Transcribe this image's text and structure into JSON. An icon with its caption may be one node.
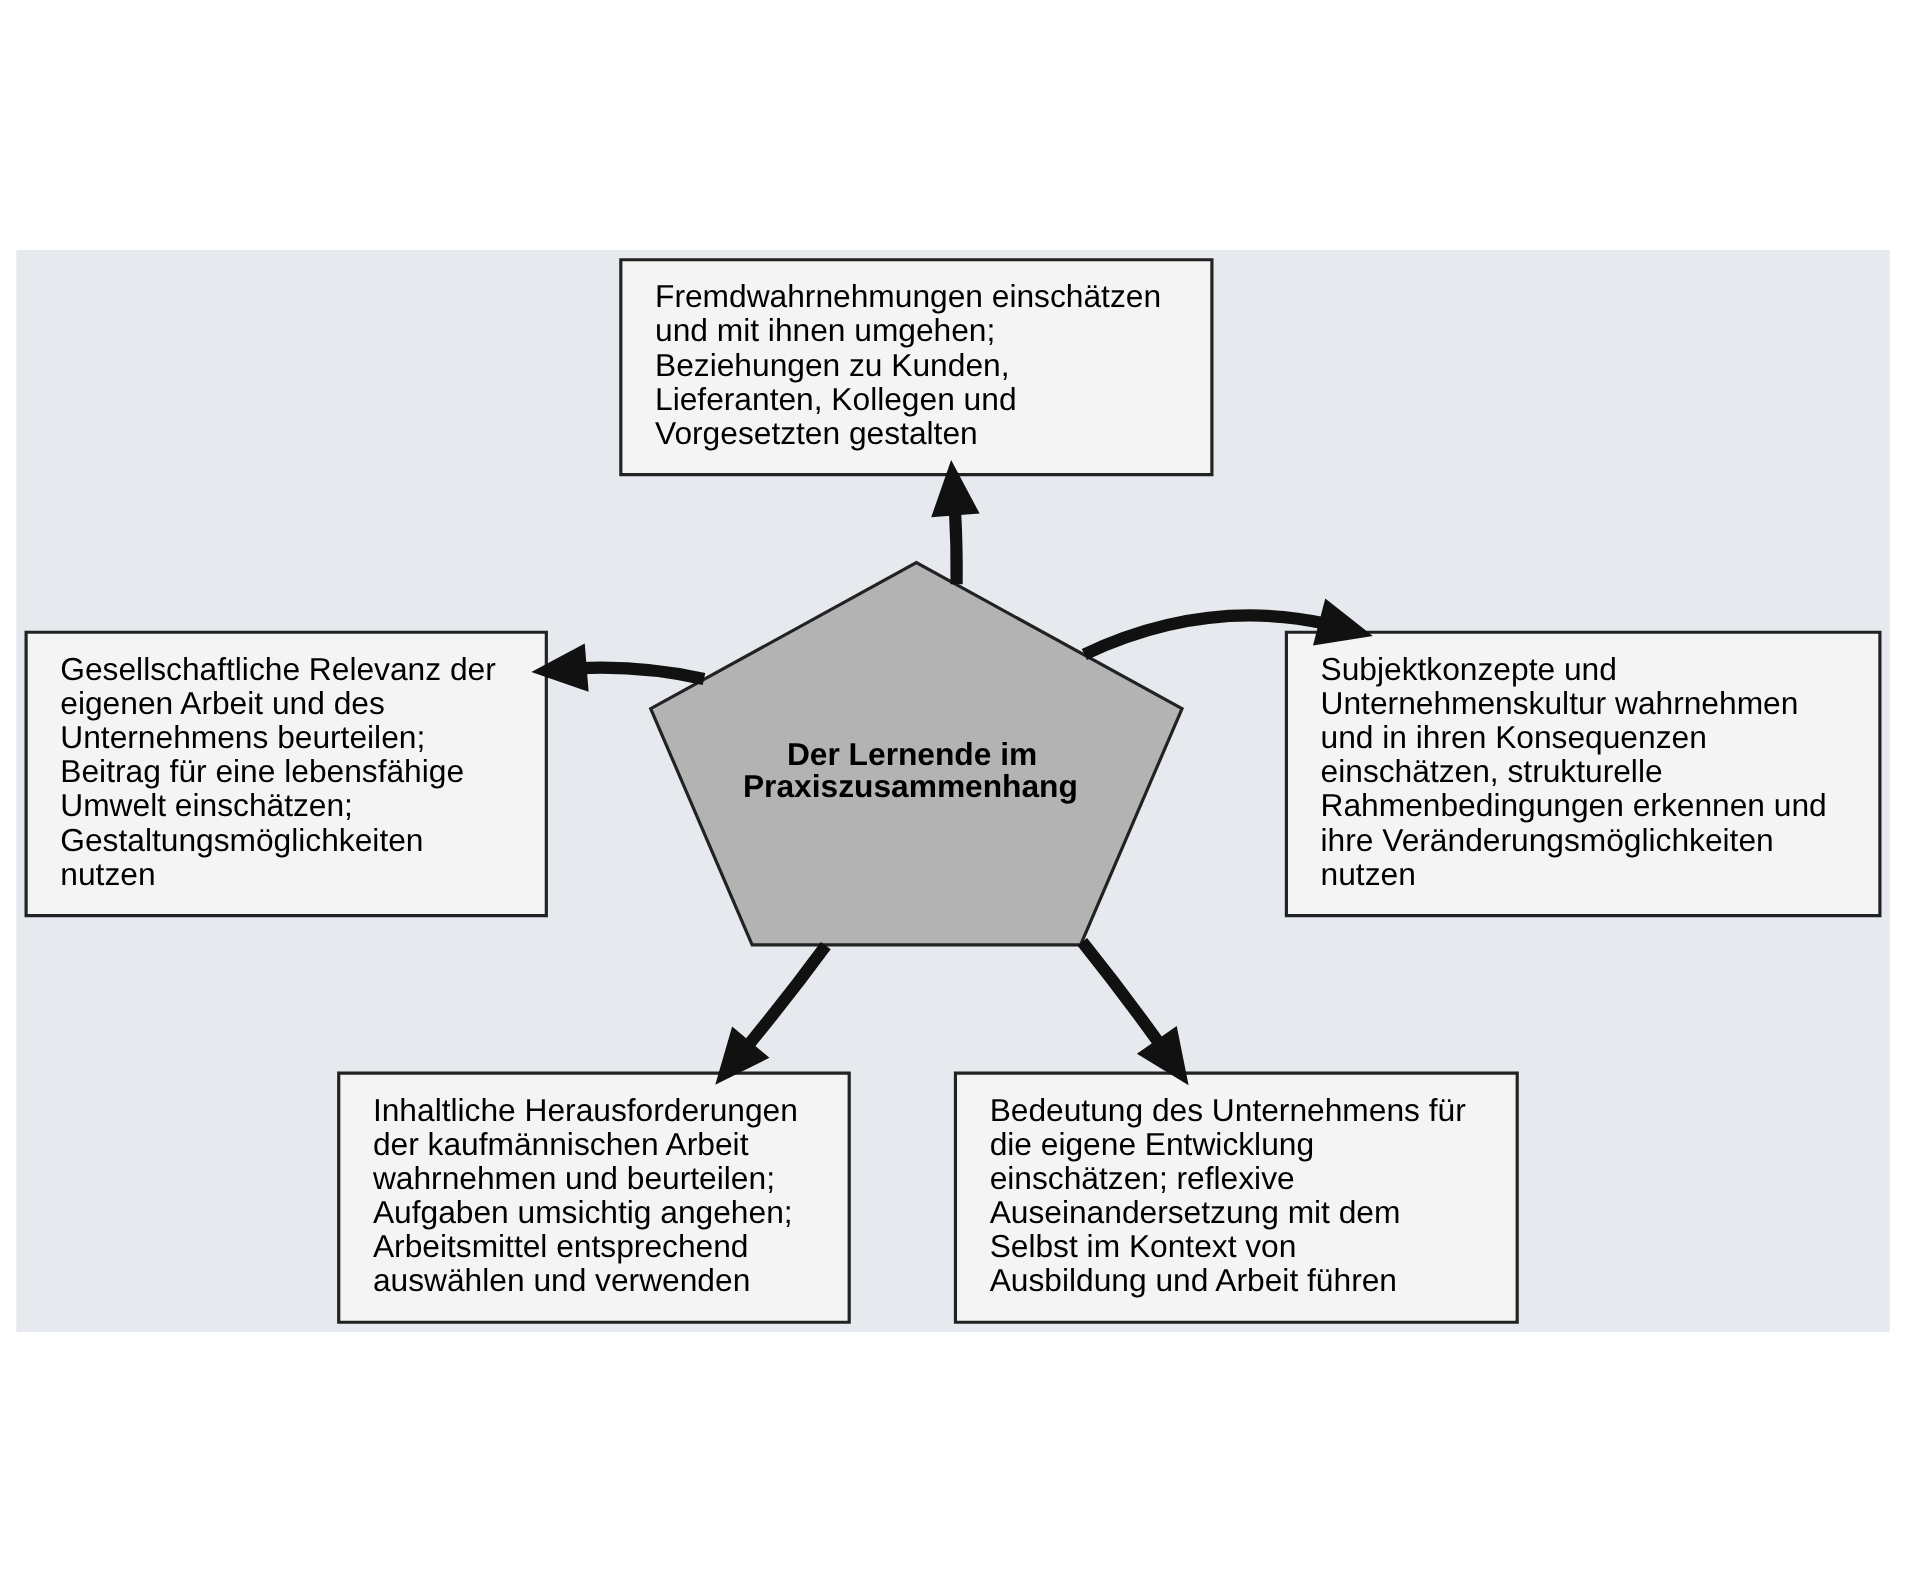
{
  "diagram": {
    "nodes": [
      {
        "text": [
          "Fremdwahrnehmungen einschätzen und mit ihnen umgehen; Beziehungen zu Kunden, Lieferanten, Kollegen und Vorgesetzten gestalten"
        ]
      },
      {
        "text": [
          "Gesellschaftliche Relevanz der eigenen Arbeit und des Unternehmens beurteilen; Beitrag für eine lebensfähige Umwelt einschätzen; Gestaltungsmöglichkeiten nutzen"
        ]
      },
      {
        "text": [
          "Der Lernende im Praxiszusammenhang"
        ]
      },
      {
        "text": [
          "Subjektkonzepte und Unternehmenskultur wahrnehmen und in ihren Konsequenzen einschätzen, strukturelle Rahmenbedingungen erkennen und ihre Veränderungsmöglichkeiten nutzen"
        ]
      },
      {
        "text": [
          "Inhaltliche Herausforderungen der kaufmännischen Arbeit wahrnehmen und beurteilen; Aufgaben umsichtig angehen; Arbeitsmittel entsprechend auswählen und verwenden"
        ]
      },
      {
        "text": [
          "Bedeutung des Unternehmens für die eigene Entwicklung einschätzen; reflexive Auseinandersetzung mit dem Selbst im Kontext von Ausbildung und Arbeit führen"
        ]
      }
    ],
    "edges": [
      {
        "from": 2,
        "to": 0,
        "arrow": "to"
      },
      {
        "from": 2,
        "to": 1,
        "arrow": "to"
      },
      {
        "from": 2,
        "to": 3,
        "arrow": "to"
      },
      {
        "from": 2,
        "to": 4,
        "arrow": "to"
      },
      {
        "from": 2,
        "to": 5,
        "arrow": "to"
      }
    ]
  }
}
